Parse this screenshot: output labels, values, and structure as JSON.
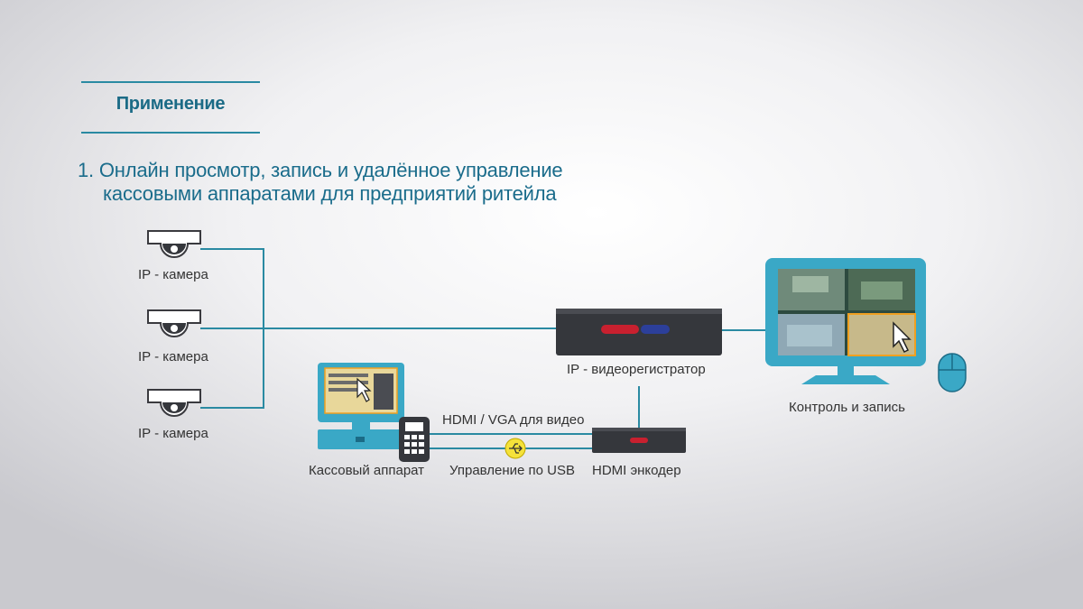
{
  "section_title": "Применение",
  "heading": {
    "line1": "1. Онлайн просмотр, запись и удалённое управление",
    "line2": "кассовыми аппаратами для предприятий ритейла"
  },
  "labels": {
    "camera1": "IP - камера",
    "camera2": "IP - камера",
    "camera3": "IP - камера",
    "nvr": "IP - видеорегистратор",
    "monitor": "Контроль и запись",
    "cash_register": "Кассовый аппарат",
    "hdmi_vga": "HDMI / VGA для видео",
    "usb": "Управление по USB",
    "encoder": "HDMI энкодер"
  },
  "icons": [
    "dome-camera-icon",
    "nvr-icon",
    "monitor-icon",
    "mouse-icon",
    "cash-register-icon",
    "pin-pad-icon",
    "usb-icon",
    "hdmi-encoder-icon"
  ],
  "colors": {
    "line": "#2a8aa2",
    "accent": "#1b6b86",
    "device": "#35373c",
    "screen": "#3aa8c6"
  }
}
